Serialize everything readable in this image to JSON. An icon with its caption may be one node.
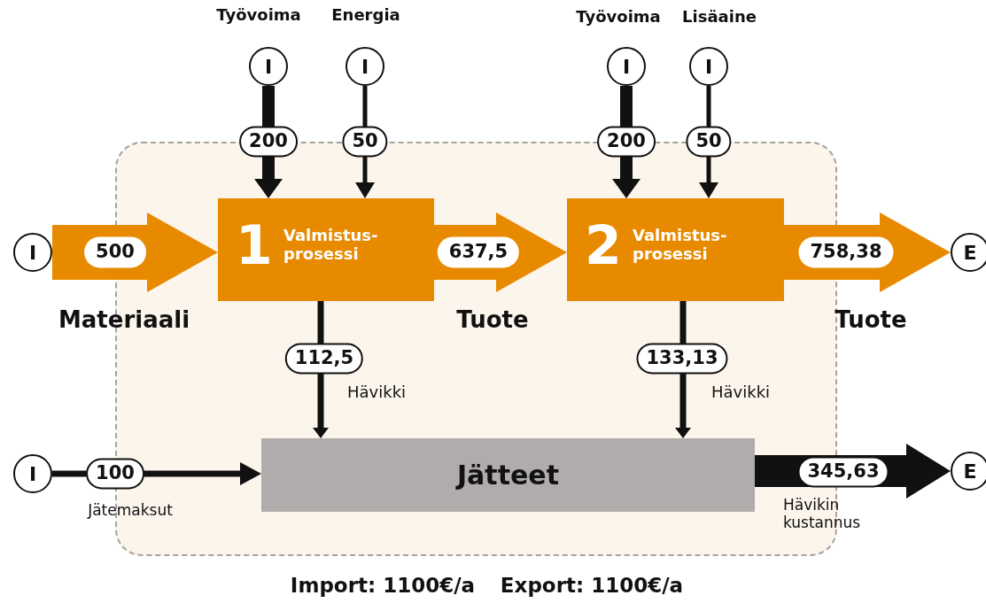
{
  "diagram": {
    "nodes": [
      {
        "text": [],
        "shape": "box"
      },
      {
        "text": [
          "I"
        ],
        "beside": [
          "Työvoima"
        ]
      },
      {
        "text": [
          "I"
        ],
        "beside": [
          "Energia"
        ]
      },
      {
        "text": [
          "I"
        ],
        "beside": [
          "Työvoima"
        ]
      },
      {
        "text": [
          "I"
        ],
        "beside": [
          "Lisäaine"
        ]
      },
      {
        "text": [
          "I"
        ]
      },
      {
        "text": [
          "1",
          "Valmistus- prosessi"
        ],
        "in": 0
      },
      {
        "text": [
          "2",
          "Valmistus- prosessi"
        ],
        "in": 0
      },
      {
        "text": [
          "E"
        ]
      },
      {
        "text": [
          "Jätteet"
        ],
        "in": 0
      },
      {
        "text": [
          "I"
        ]
      },
      {
        "text": [
          "E"
        ]
      }
    ],
    "edges": [
      {
        "from": 1,
        "to": 6,
        "arrow": "to",
        "label": "200"
      },
      {
        "from": 2,
        "to": 6,
        "arrow": "to",
        "label": "50"
      },
      {
        "from": 5,
        "to": 6,
        "arrow": "to",
        "label": "500",
        "style": "thick",
        "color": "#e88a00"
      },
      {
        "from": 6,
        "to": 7,
        "arrow": "to",
        "label": "637,5",
        "style": "thick",
        "color": "#e88a00"
      },
      {
        "from": 3,
        "to": 7,
        "arrow": "to",
        "label": "200"
      },
      {
        "from": 4,
        "to": 7,
        "arrow": "to",
        "label": "50"
      },
      {
        "from": 7,
        "to": 8,
        "arrow": "to",
        "label": "758,38",
        "style": "thick",
        "color": "#e88a00"
      },
      {
        "from": 6,
        "to": 9,
        "arrow": "to",
        "label": "112,5"
      },
      {
        "from": 7,
        "to": 9,
        "arrow": "to",
        "label": "133,13"
      },
      {
        "from": 10,
        "to": 9,
        "arrow": "to",
        "label": "100"
      },
      {
        "from": 9,
        "to": 11,
        "arrow": "to",
        "label": "345,63",
        "style": "thick"
      }
    ],
    "labels": [
      "Materiaali",
      "Tuote",
      "Tuote",
      "Hävikki",
      "Hävikki",
      "Jätemaksut",
      "Hävikin kustannus",
      "Import: 1100€/a",
      "Export: 1100€/a"
    ]
  }
}
